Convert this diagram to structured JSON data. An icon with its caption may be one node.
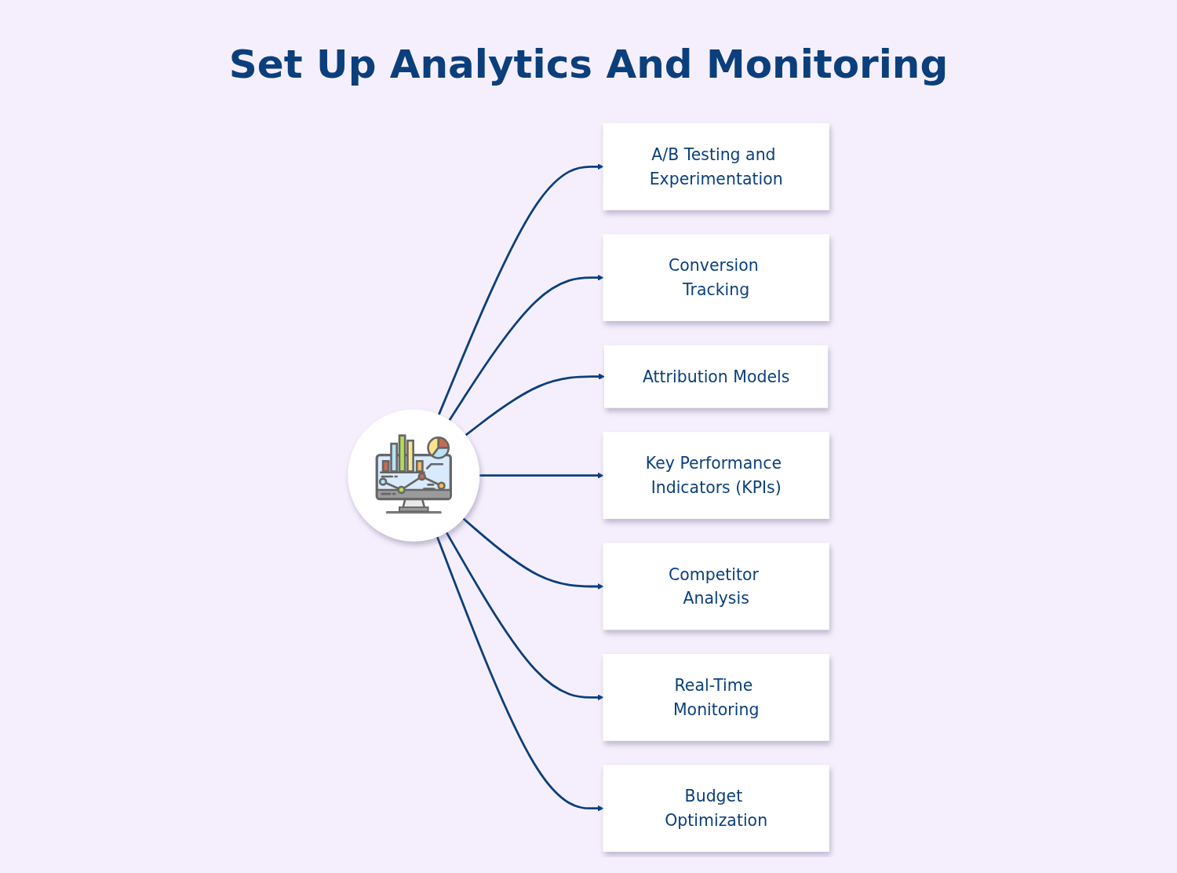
{
  "diagram": {
    "title": "Set Up Analytics And Monitoring",
    "nodes": [
      {
        "text": [
          "A/B Testing and Experimentation"
        ]
      },
      {
        "text": [
          "Conversion Tracking"
        ]
      },
      {
        "text": [
          "Attribution Models"
        ]
      },
      {
        "text": [
          "Key Performance Indicators (KPIs)"
        ]
      },
      {
        "text": [],
        "shape": "circle"
      },
      {
        "text": [
          "Competitor Analysis"
        ]
      },
      {
        "text": [
          "Real-Time Monitoring"
        ]
      },
      {
        "text": [
          "Budget Optimization"
        ]
      }
    ],
    "edges": [
      {
        "from": 4,
        "to": 0,
        "arrow": "to"
      },
      {
        "from": 4,
        "to": 1,
        "arrow": "to"
      },
      {
        "from": 4,
        "to": 2,
        "arrow": "to"
      },
      {
        "from": 4,
        "to": 3,
        "arrow": "to"
      },
      {
        "from": 4,
        "to": 5,
        "arrow": "to"
      },
      {
        "from": 4,
        "to": 6,
        "arrow": "to"
      },
      {
        "from": 4,
        "to": 7,
        "arrow": "to"
      }
    ]
  }
}
